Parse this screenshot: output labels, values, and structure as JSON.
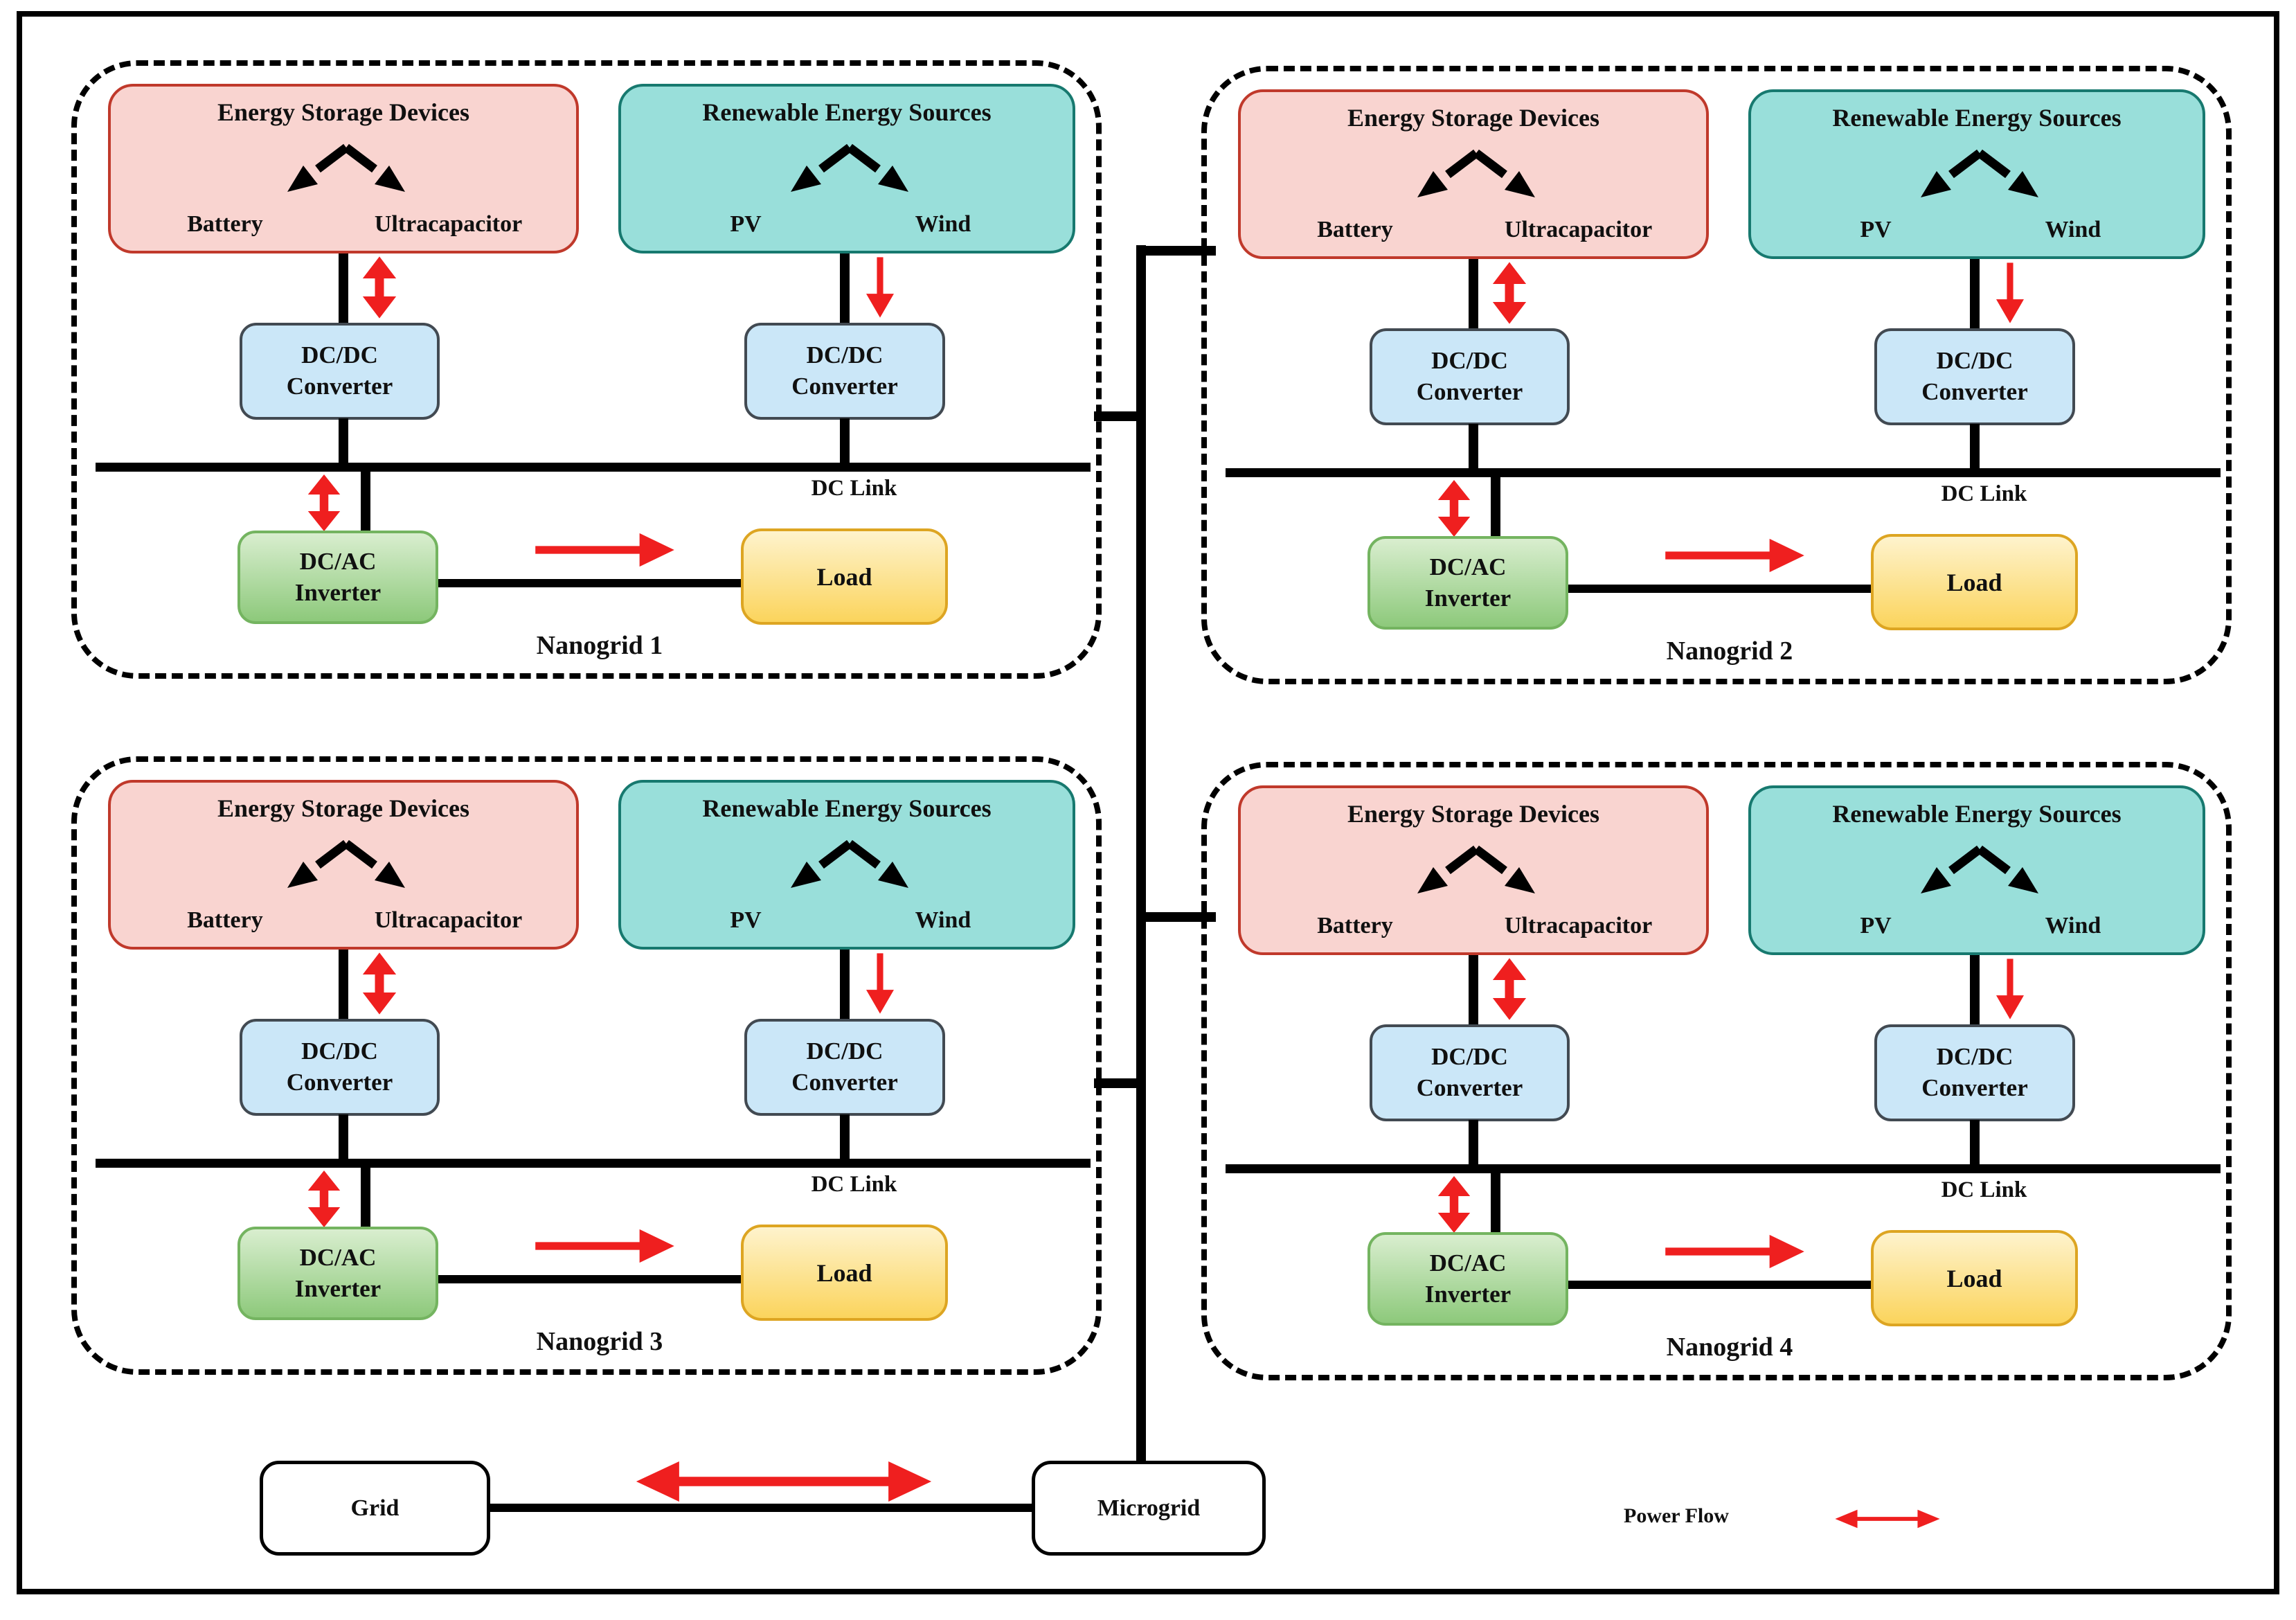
{
  "colors": {
    "esd_fill": "#f9d4d0",
    "esd_border": "#c0392b",
    "res_fill": "#99dfda",
    "res_border": "#17796f",
    "conv_fill": "#cbe7f8",
    "conv_border": "#424a52",
    "inv_fill_top": "#d9eecf",
    "inv_fill_bottom": "#8dc97b",
    "inv_border": "#74b460",
    "load_fill_top": "#fef3cd",
    "load_fill_bottom": "#fbd45c",
    "load_border": "#dda522",
    "arrow_red": "#ef1f1f",
    "line_black": "#000000"
  },
  "nanogrids": [
    {
      "name": "Nanogrid 1",
      "energy_storage": {
        "title": "Energy Storage Devices",
        "left_label": "Battery",
        "right_label": "Ultracapacitor"
      },
      "renewable": {
        "title": "Renewable Energy Sources",
        "left_label": "PV",
        "right_label": "Wind"
      },
      "storage_converter": {
        "line1": "DC/DC",
        "line2": "Converter"
      },
      "res_converter": {
        "line1": "DC/DC",
        "line2": "Converter"
      },
      "inverter": {
        "line1": "DC/AC",
        "line2": "Inverter"
      },
      "load_label": "Load",
      "dc_link_label": "DC Link"
    },
    {
      "name": "Nanogrid 2",
      "energy_storage": {
        "title": "Energy Storage Devices",
        "left_label": "Battery",
        "right_label": "Ultracapacitor"
      },
      "renewable": {
        "title": "Renewable Energy Sources",
        "left_label": "PV",
        "right_label": "Wind"
      },
      "storage_converter": {
        "line1": "DC/DC",
        "line2": "Converter"
      },
      "res_converter": {
        "line1": "DC/DC",
        "line2": "Converter"
      },
      "inverter": {
        "line1": "DC/AC",
        "line2": "Inverter"
      },
      "load_label": "Load",
      "dc_link_label": "DC Link"
    },
    {
      "name": "Nanogrid 3",
      "energy_storage": {
        "title": "Energy Storage Devices",
        "left_label": "Battery",
        "right_label": "Ultracapacitor"
      },
      "renewable": {
        "title": "Renewable Energy Sources",
        "left_label": "PV",
        "right_label": "Wind"
      },
      "storage_converter": {
        "line1": "DC/DC",
        "line2": "Converter"
      },
      "res_converter": {
        "line1": "DC/DC",
        "line2": "Converter"
      },
      "inverter": {
        "line1": "DC/AC",
        "line2": "Inverter"
      },
      "load_label": "Load",
      "dc_link_label": "DC Link"
    },
    {
      "name": "Nanogrid 4",
      "energy_storage": {
        "title": "Energy Storage Devices",
        "left_label": "Battery",
        "right_label": "Ultracapacitor"
      },
      "renewable": {
        "title": "Renewable Energy Sources",
        "left_label": "PV",
        "right_label": "Wind"
      },
      "storage_converter": {
        "line1": "DC/DC",
        "line2": "Converter"
      },
      "res_converter": {
        "line1": "DC/DC",
        "line2": "Converter"
      },
      "inverter": {
        "line1": "DC/AC",
        "line2": "Inverter"
      },
      "load_label": "Load",
      "dc_link_label": "DC Link"
    }
  ],
  "bottom": {
    "grid_label": "Grid",
    "microgrid_label": "Microgrid"
  },
  "legend": {
    "label": "Power Flow"
  }
}
